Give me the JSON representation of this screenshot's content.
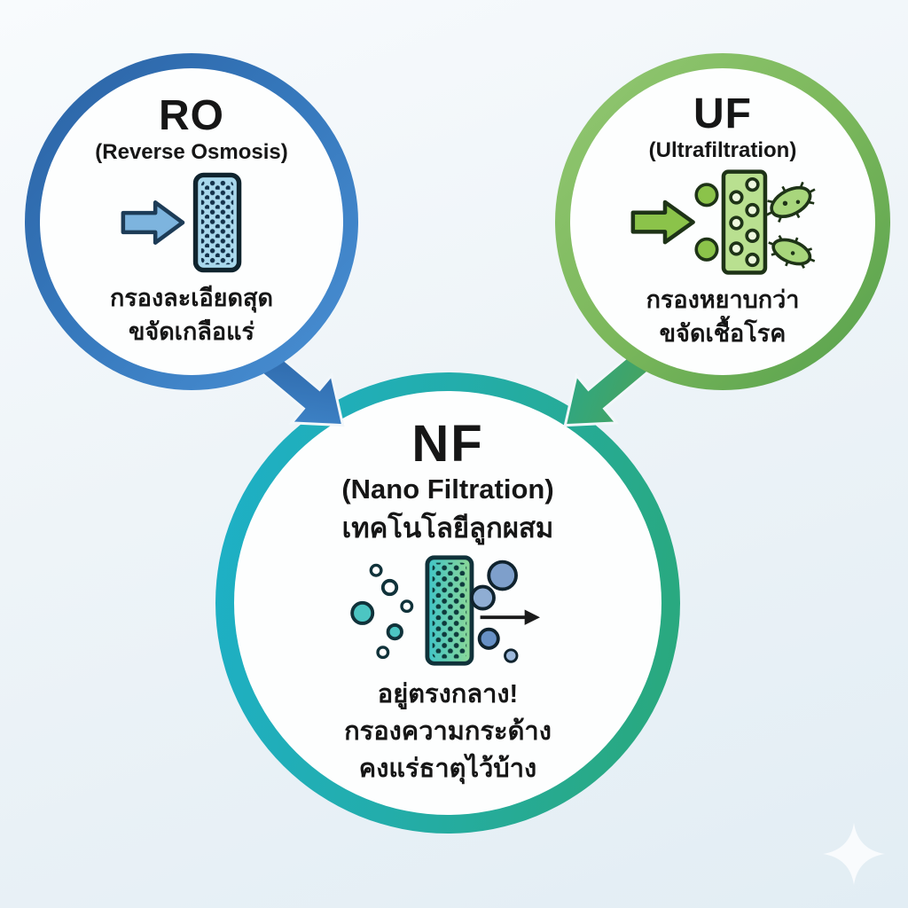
{
  "title": "RO / UF / NF membrane filtration comparison infographic",
  "colors": {
    "background_top": "#f8fbfd",
    "background_bottom": "#e2edf4",
    "ro_ring_start": "#2b62a4",
    "ro_ring_end": "#4a90d4",
    "uf_ring_start": "#93c873",
    "uf_ring_end": "#55a04c",
    "nf_ring_start": "#1db0c9",
    "nf_ring_end": "#2aa878",
    "ro_connector_arrow": "#2f6db1",
    "uf_connector_arrow": "#36a87e",
    "text": "#161616"
  },
  "nodes": {
    "ro": {
      "abbr": "RO",
      "name": "(Reverse Osmosis)",
      "desc_line1": "กรองละเอียดสุด",
      "desc_line2": "ขจัดเกลือแร่",
      "icon": "fine-membrane-filter-icon"
    },
    "uf": {
      "abbr": "UF",
      "name": "(Ultrafiltration)",
      "desc_line1": "กรองหยาบกว่า",
      "desc_line2": "ขจัดเชื้อโรค",
      "icon": "coarse-membrane-bacteria-icon"
    },
    "nf": {
      "abbr": "NF",
      "name": "(Nano Filtration)",
      "subtitle": "เทคโนโลยีลูกผสม",
      "desc_line1": "อยู่ตรงกลาง!",
      "desc_line2": "กรองความกระด้าง",
      "desc_line3": "คงแร่ธาตุไว้บ้าง",
      "icon": "hybrid-membrane-filter-icon"
    }
  }
}
